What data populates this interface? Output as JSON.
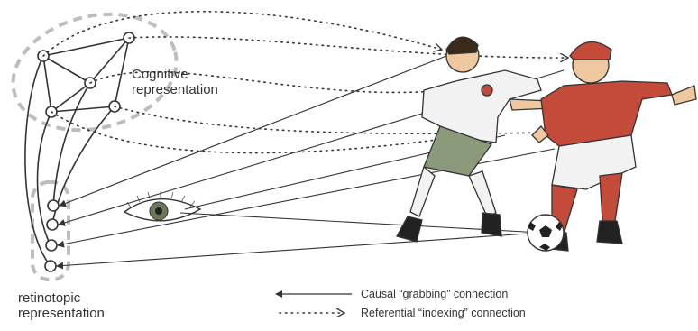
{
  "labels": {
    "cognitive_line1": "Cognitive",
    "cognitive_line2": "representation",
    "retinotopic_line1": "retinotopic",
    "retinotopic_line2": "representation"
  },
  "legend": {
    "causal": "Causal “grabbing” connection",
    "referential": "Referential “indexing” connection"
  },
  "colors": {
    "dashed_region": "#bdbdbd",
    "line": "#333333",
    "white_kit": "#f2f2f2",
    "green_shorts": "#8a9a7a",
    "red_kit": "#c44a3a",
    "skin": "#f0c8a0",
    "hair": "#3a2a1a",
    "eye_iris": "#6a7a5a"
  },
  "icons": [
    "eye-icon",
    "soccer-ball-icon",
    "arrowhead-icon"
  ]
}
